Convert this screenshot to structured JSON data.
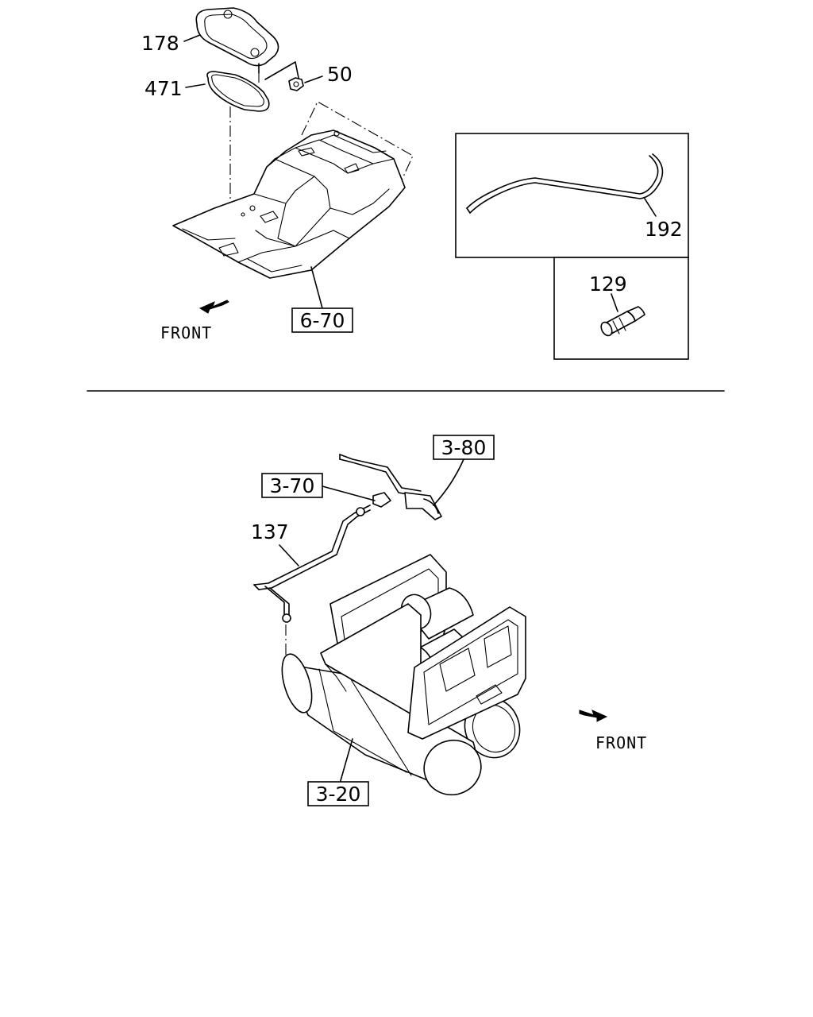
{
  "callouts": {
    "p178": "178",
    "p471": "471",
    "p50": "50",
    "p192": "192",
    "p129": "129",
    "p137": "137"
  },
  "references": {
    "r670": "6-70",
    "r380": "3-80",
    "r370": "3-70",
    "r320": "3-20"
  },
  "orientation": {
    "front_top": "FRONT",
    "front_bottom": "FRONT"
  }
}
